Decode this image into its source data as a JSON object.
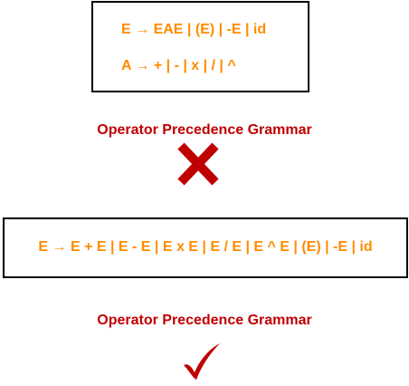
{
  "top_box": {
    "rule_e": "E → EAE | (E) | -E | id",
    "rule_a": "A → + | - | x | / | ^"
  },
  "caption_1": "Operator Precedence Grammar",
  "bottom_box": {
    "rule": "E → E + E | E - E | E x E | E / E | E ^ E | (E) | -E | id"
  },
  "caption_2": "Operator Precedence Grammar",
  "marks": {
    "cross_icon": "cross-icon",
    "check_icon": "check-icon"
  },
  "colors": {
    "rule_text": "#FF8C00",
    "caption_text": "#C00000",
    "mark": "#C00000",
    "border": "#000000"
  }
}
